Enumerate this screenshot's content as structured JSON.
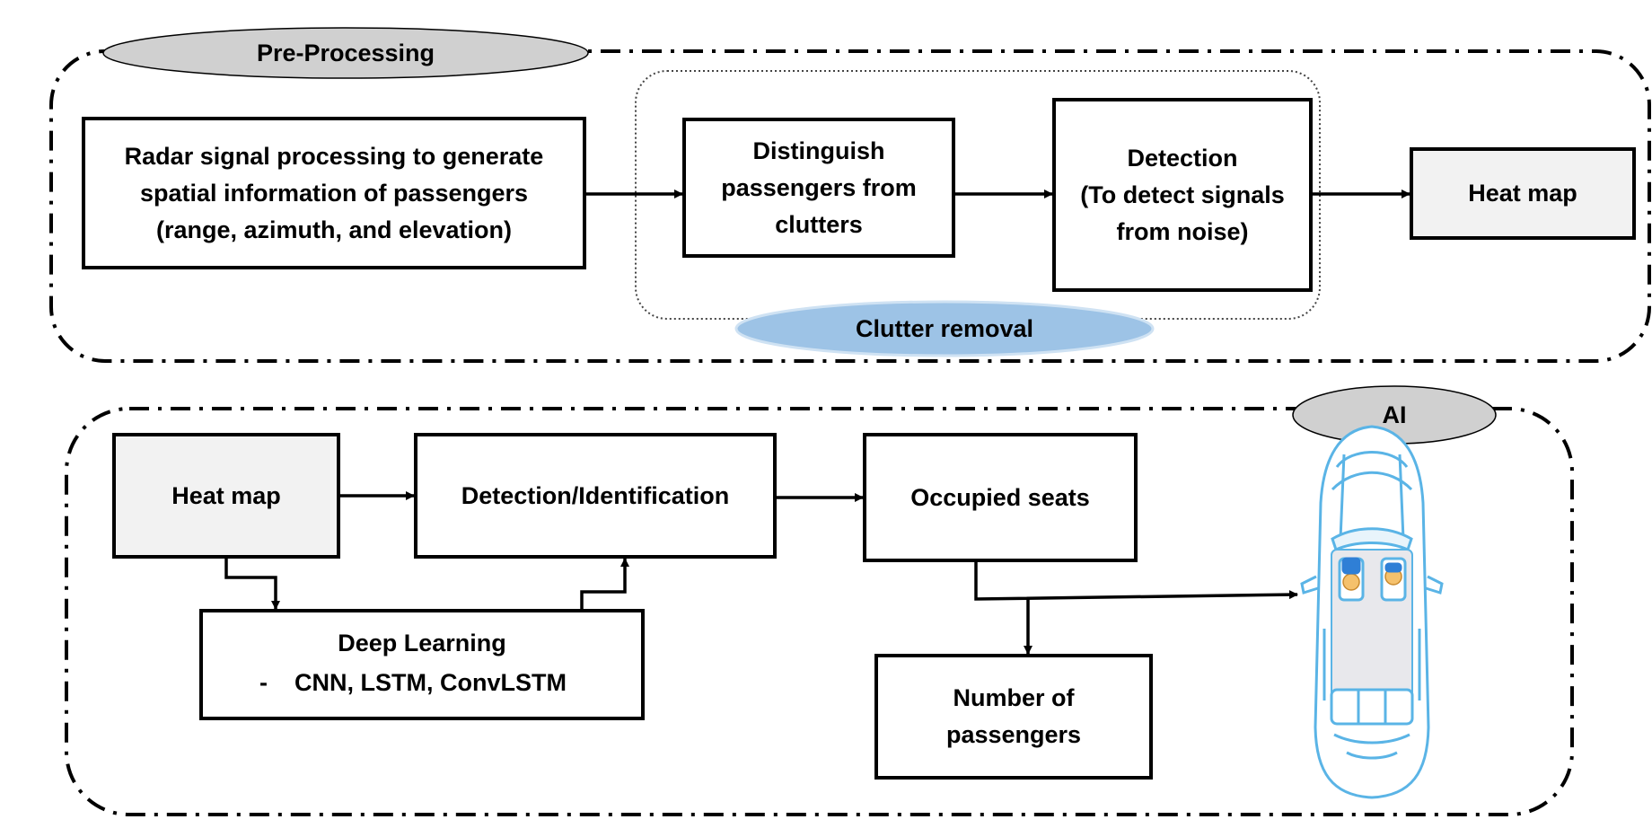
{
  "groups": {
    "preprocessing": {
      "label": "Pre-Processing"
    },
    "clutter_removal": {
      "label": "Clutter removal"
    },
    "ai": {
      "label": "AI"
    }
  },
  "preprocessing": {
    "radar_box": "Radar signal processing to generate\nspatial information of passengers\n(range, azimuth, and elevation)",
    "distinguish_box": "Distinguish\npassengers from\nclutters",
    "detection_box": "Detection\n(To detect signals\nfrom noise)",
    "heatmap_box": "Heat map"
  },
  "ai": {
    "heatmap_box": "Heat map",
    "detection_id_box": "Detection/Identification",
    "occupied_box": "Occupied seats",
    "deep_learning_title": "Deep Learning",
    "deep_learning_item": "-    CNN, LSTM, ConvLSTM",
    "passengers_box": "Number of\npassengers"
  },
  "colors": {
    "box_fill_shaded": "#f2f2f2",
    "oval_gray": "#d0d0d0",
    "oval_blue": "#9dc3e6",
    "car_blue": "#5ab4e6"
  },
  "icons": {
    "car": "car-top-view-icon"
  }
}
